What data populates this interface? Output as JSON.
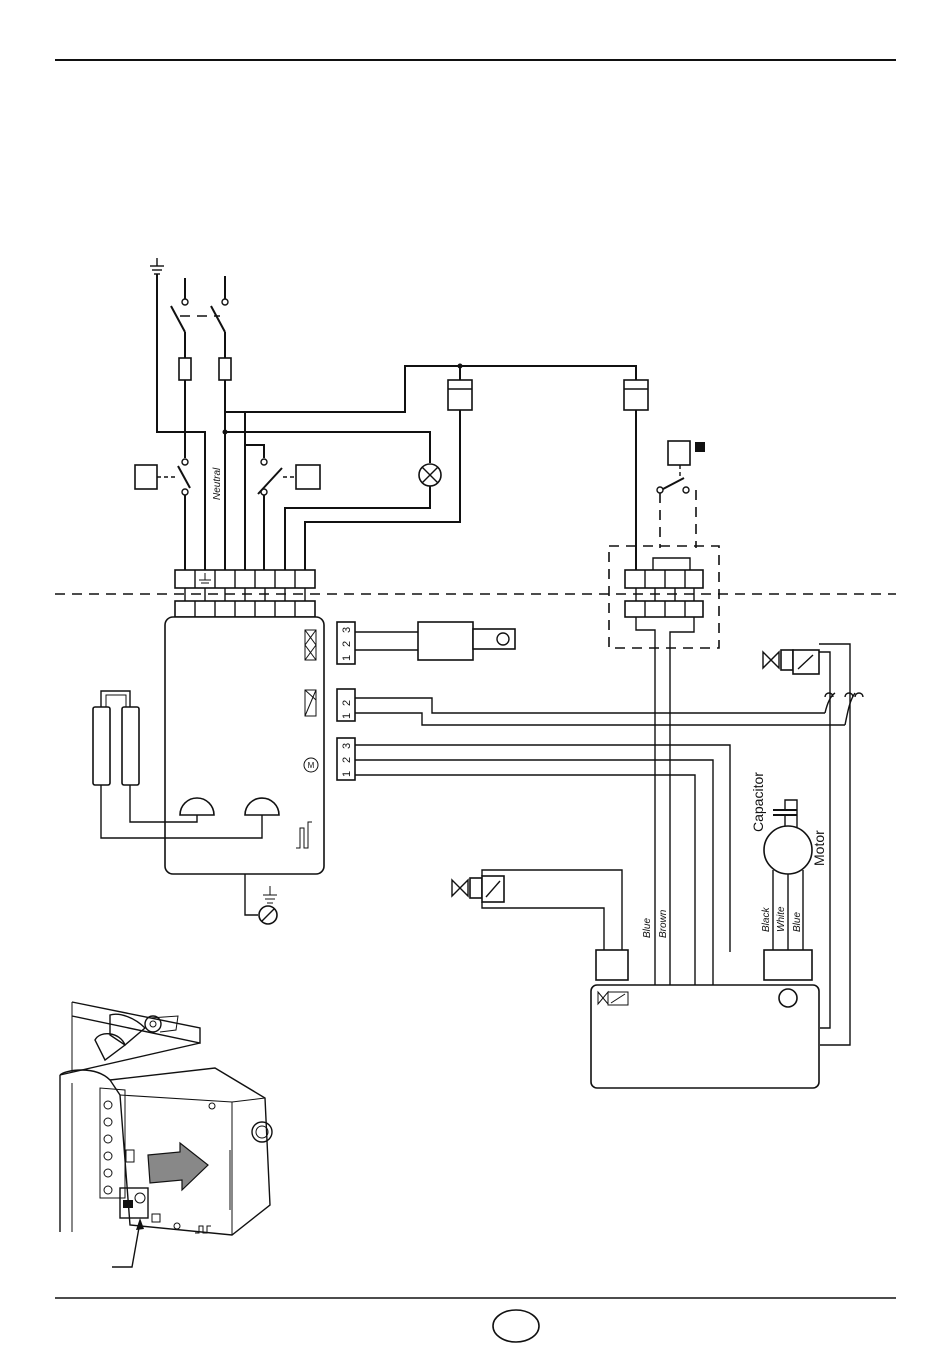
{
  "labels": {
    "neutral": "Neutral",
    "capacitor": "Capacitor",
    "motor": "Motor",
    "wire_blue": "Blue",
    "wire_brown": "Brown",
    "wire_black": "Black",
    "wire_white": "White",
    "wire_blue_motor": "Blue"
  },
  "terminal_numbers": {
    "ignition": [
      "1",
      "2",
      "3"
    ],
    "valve": [
      "1",
      "2"
    ],
    "motor": [
      "1",
      "2",
      "3"
    ]
  },
  "page_number": "",
  "colors": {
    "ink": "#111111",
    "background": "#ffffff"
  }
}
